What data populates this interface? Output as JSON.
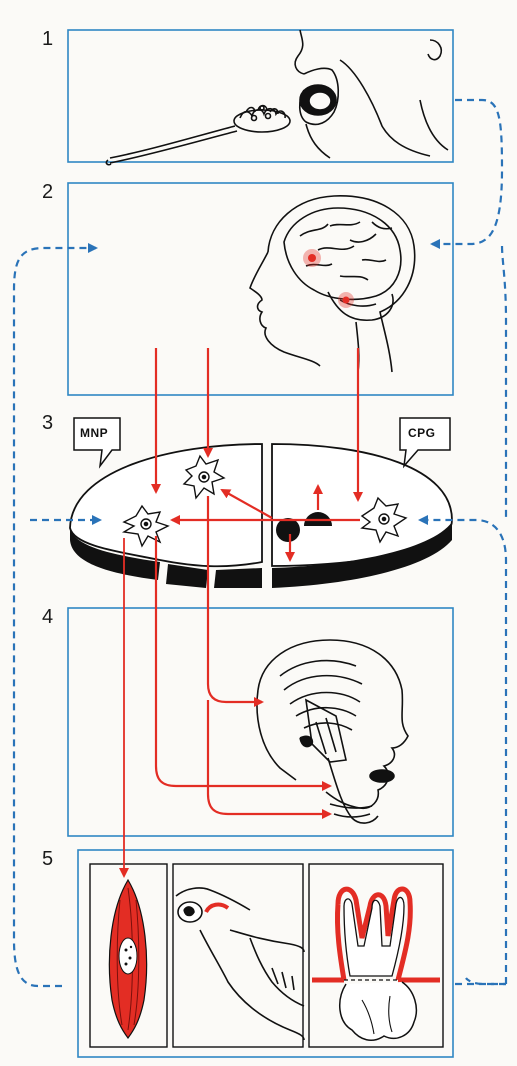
{
  "panels": [
    {
      "number": "1"
    },
    {
      "number": "2"
    },
    {
      "number": "3"
    },
    {
      "number": "4"
    },
    {
      "number": "5"
    }
  ],
  "labels": {
    "mnp": "MNP",
    "cpg": "CPG"
  },
  "colors": {
    "frame": "#2f87c4",
    "feedback": "#2a73b8",
    "pathway": "#e32d24",
    "ink": "#111111"
  }
}
